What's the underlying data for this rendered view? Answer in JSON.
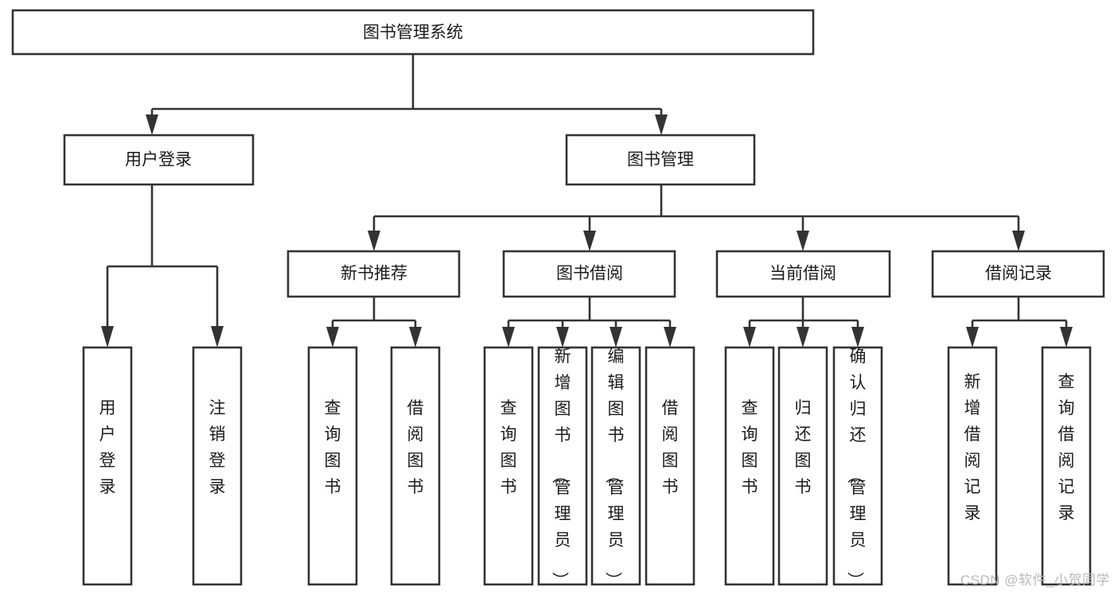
{
  "diagram": {
    "type": "tree-hierarchy",
    "title": "图书管理系统",
    "watermark": "CSDN @软件_小贺同学",
    "colors": {
      "stroke": "#333333",
      "fill": "#ffffff",
      "text": "#1b1b1b",
      "watermark": "#b9b9b9"
    },
    "levels": {
      "root": {
        "label": "图书管理系统"
      },
      "level2": [
        {
          "label": "用户登录"
        },
        {
          "label": "图书管理"
        }
      ],
      "level3": [
        {
          "label": "新书推荐"
        },
        {
          "label": "图书借阅"
        },
        {
          "label": "当前借阅"
        },
        {
          "label": "借阅记录"
        }
      ],
      "leaves": {
        "user_login": [
          {
            "label": "用户登录"
          },
          {
            "label": "注销登录"
          }
        ],
        "new_book_recommend": [
          {
            "label": "查询图书"
          },
          {
            "label": "借阅图书"
          }
        ],
        "book_borrow": [
          {
            "label": "查询图书"
          },
          {
            "label": "新增图书（管理员）"
          },
          {
            "label": "编辑图书（管理员）"
          },
          {
            "label": "借阅图书"
          }
        ],
        "current_borrow": [
          {
            "label": "查询图书"
          },
          {
            "label": "归还图书"
          },
          {
            "label": "确认归还（管理员）"
          }
        ],
        "borrow_record": [
          {
            "label": "新增借阅记录"
          },
          {
            "label": "查询借阅记录"
          }
        ]
      }
    }
  }
}
